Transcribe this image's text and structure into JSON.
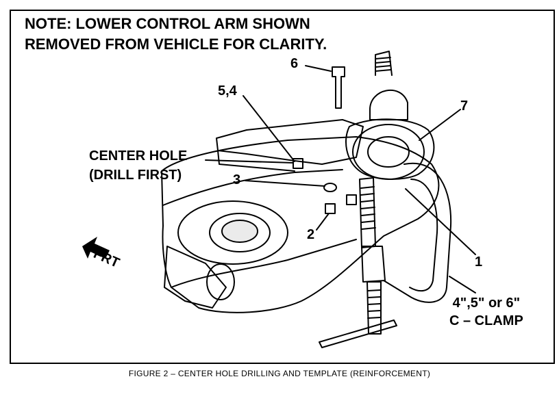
{
  "note": {
    "line1": "NOTE: LOWER CONTROL ARM SHOWN",
    "line2": "REMOVED FROM VEHICLE FOR CLARITY."
  },
  "labels": {
    "item_6": "6",
    "item_5_4": "5,4",
    "item_7": "7",
    "item_3": "3",
    "item_2": "2",
    "item_1": "1",
    "center_hole_line1": "CENTER HOLE",
    "center_hole_line2": "(DRILL FIRST)",
    "clamp_line1": "4\",5\" or 6\"",
    "clamp_line2": "C – CLAMP",
    "front": "FRT"
  },
  "caption": "FIGURE 2 – CENTER HOLE DRILLING AND TEMPLATE (REINFORCEMENT)"
}
